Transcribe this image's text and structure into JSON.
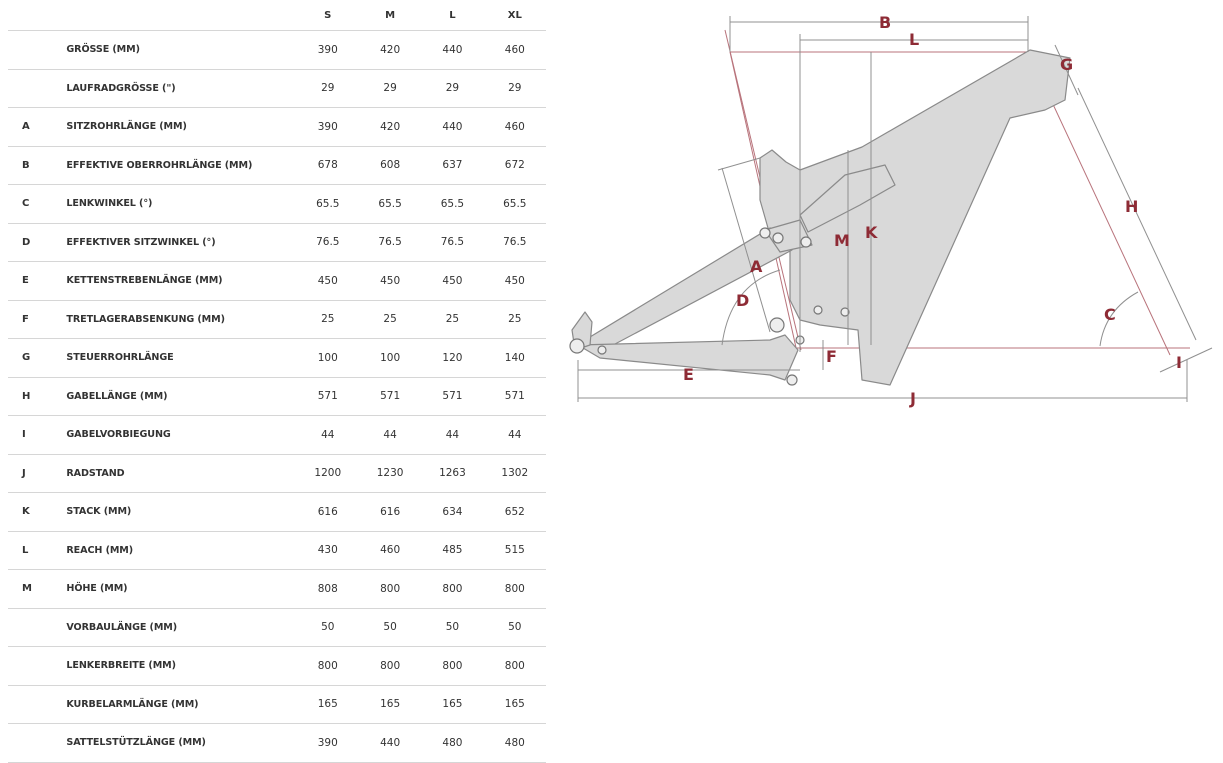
{
  "sizes": [
    "S",
    "M",
    "L",
    "XL"
  ],
  "rows": [
    {
      "code": "",
      "label": "GRÖSSE (MM)",
      "values": [
        "390",
        "420",
        "440",
        "460"
      ]
    },
    {
      "code": "",
      "label": "LAUFRADGRÖSSE (\")",
      "values": [
        "29",
        "29",
        "29",
        "29"
      ]
    },
    {
      "code": "A",
      "label": "SITZROHRLÄNGE (MM)",
      "values": [
        "390",
        "420",
        "440",
        "460"
      ]
    },
    {
      "code": "B",
      "label": "EFFEKTIVE OBERROHRLÄNGE (MM)",
      "values": [
        "678",
        "608",
        "637",
        "672"
      ]
    },
    {
      "code": "C",
      "label": "LENKWINKEL (°)",
      "values": [
        "65.5",
        "65.5",
        "65.5",
        "65.5"
      ]
    },
    {
      "code": "D",
      "label": "EFFEKTIVER SITZWINKEL (°)",
      "values": [
        "76.5",
        "76.5",
        "76.5",
        "76.5"
      ]
    },
    {
      "code": "E",
      "label": "KETTENSTREBENLÄNGE (MM)",
      "values": [
        "450",
        "450",
        "450",
        "450"
      ]
    },
    {
      "code": "F",
      "label": "TRETLAGERABSENKUNG (MM)",
      "values": [
        "25",
        "25",
        "25",
        "25"
      ]
    },
    {
      "code": "G",
      "label": "STEUERROHRLÄNGE",
      "values": [
        "100",
        "100",
        "120",
        "140"
      ]
    },
    {
      "code": "H",
      "label": "GABELLÄNGE (MM)",
      "values": [
        "571",
        "571",
        "571",
        "571"
      ]
    },
    {
      "code": "I",
      "label": "GABELVORBIEGUNG",
      "values": [
        "44",
        "44",
        "44",
        "44"
      ]
    },
    {
      "code": "J",
      "label": "RADSTAND",
      "values": [
        "1200",
        "1230",
        "1263",
        "1302"
      ]
    },
    {
      "code": "K",
      "label": "STACK (MM)",
      "values": [
        "616",
        "616",
        "634",
        "652"
      ]
    },
    {
      "code": "L",
      "label": "REACH (MM)",
      "values": [
        "430",
        "460",
        "485",
        "515"
      ]
    },
    {
      "code": "M",
      "label": "HÖHE (MM)",
      "values": [
        "808",
        "800",
        "800",
        "800"
      ]
    },
    {
      "code": "",
      "label": "VORBAULÄNGE (MM)",
      "values": [
        "50",
        "50",
        "50",
        "50"
      ]
    },
    {
      "code": "",
      "label": "LENKERBREITE (MM)",
      "values": [
        "800",
        "800",
        "800",
        "800"
      ]
    },
    {
      "code": "",
      "label": "KURBELARMLÄNGE (MM)",
      "values": [
        "165",
        "165",
        "165",
        "165"
      ]
    },
    {
      "code": "",
      "label": "SATTELSTÜTZLÄNGE (MM)",
      "values": [
        "390",
        "440",
        "480",
        "480"
      ]
    }
  ],
  "diagram": {
    "labels": {
      "A": "A",
      "B": "B",
      "C": "C",
      "D": "D",
      "E": "E",
      "F": "F",
      "G": "G",
      "H": "H",
      "I": "I",
      "J": "J",
      "K": "K",
      "L": "L",
      "M": "M"
    },
    "colors": {
      "frame_fill": "#d9d9d9",
      "frame_stroke": "#8a8a8a",
      "dimension_line": "#909090",
      "reference_line": "#b8737b",
      "label": "#8e2b35"
    }
  }
}
